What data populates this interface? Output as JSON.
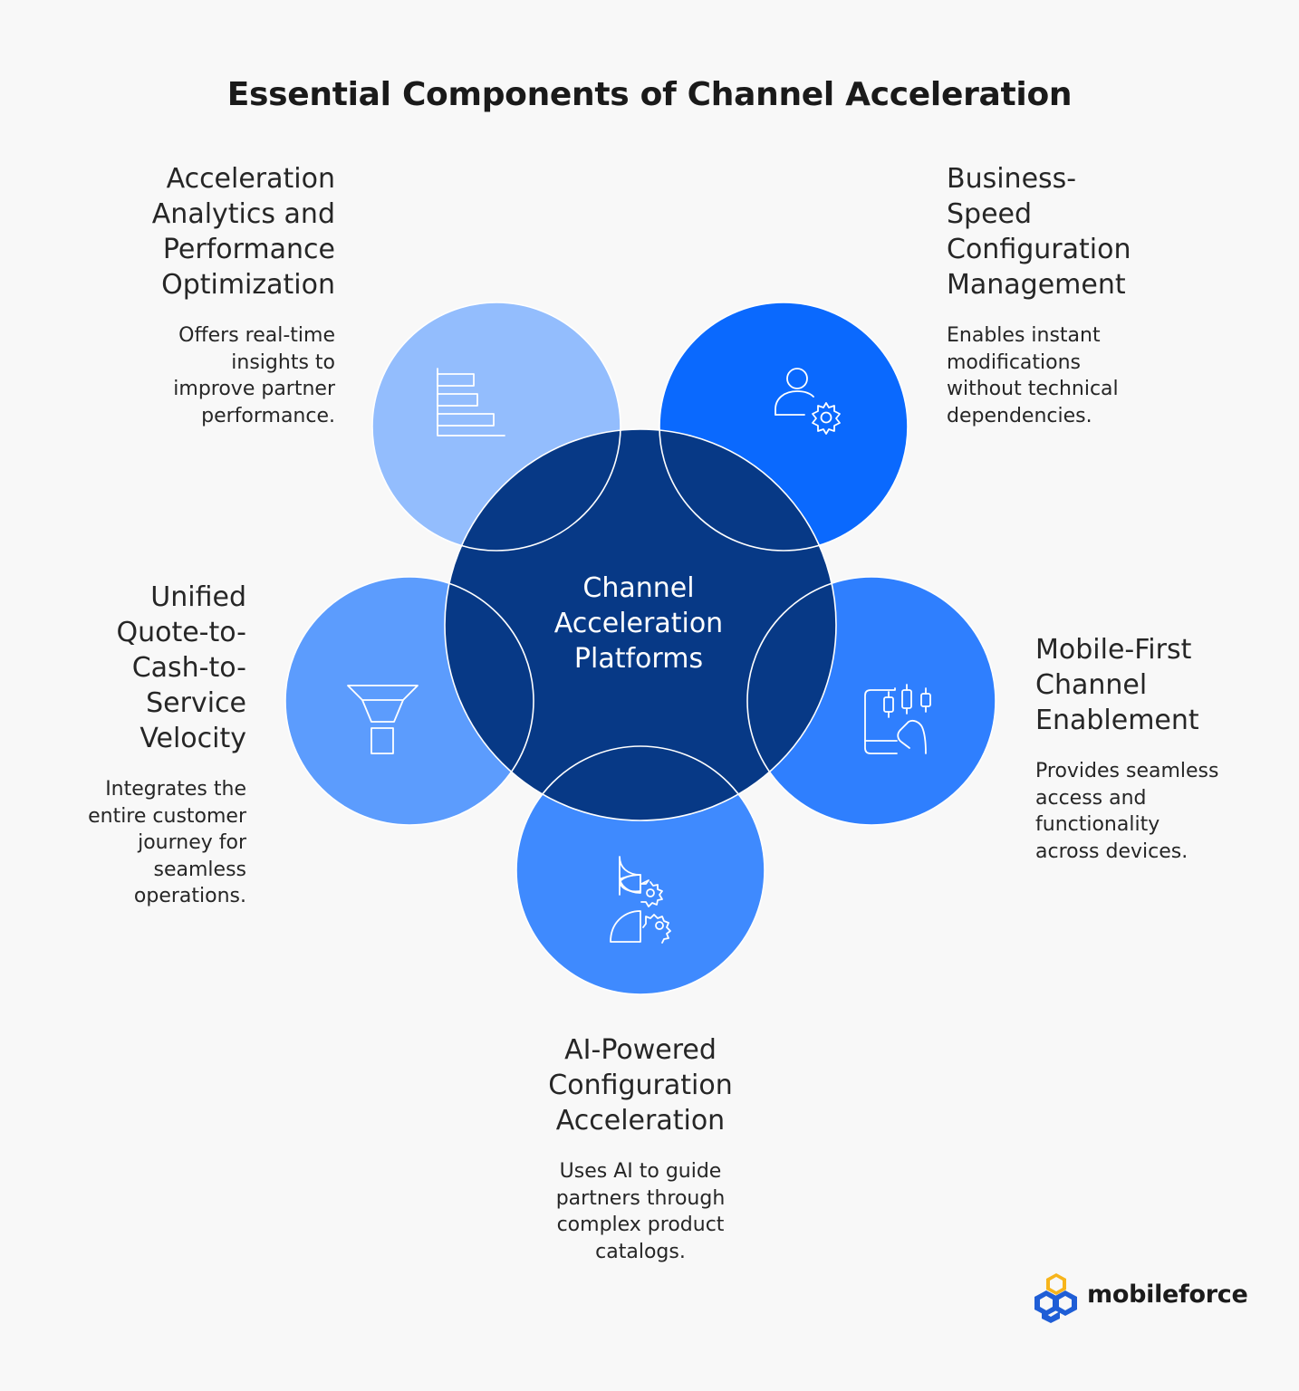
{
  "title": "Essential Components of Channel Acceleration",
  "hub": {
    "label": "Channel\nAcceleration\nPlatforms"
  },
  "components": [
    {
      "id": "analytics",
      "heading": "Acceleration\nAnalytics and\nPerformance\nOptimization",
      "description": "Offers real-time\ninsights to\nimprove partner\nperformance.",
      "icon": "bar-chart-icon",
      "color": "#93BDFD"
    },
    {
      "id": "business-speed",
      "heading": "Business-\nSpeed\nConfiguration\nManagement",
      "description": "Enables instant\nmodifications\nwithout technical\ndependencies.",
      "icon": "user-settings-icon",
      "color": "#0A69FE"
    },
    {
      "id": "mobile-first",
      "heading": "Mobile-First\nChannel\nEnablement",
      "description": "Provides seamless\naccess and\nfunctionality\nacross devices.",
      "icon": "mobile-touch-icon",
      "color": "#2F7FFE"
    },
    {
      "id": "ai-powered",
      "heading": "AI-Powered\nConfiguration\nAcceleration",
      "description": "Uses AI to guide\npartners through\ncomplex product\ncatalogs.",
      "icon": "ai-head-gears-icon",
      "color": "#3F8AFE"
    },
    {
      "id": "unified-q2c",
      "heading": "Unified\nQuote-to-\nCash-to-\nService\nVelocity",
      "description": "Integrates the\nentire customer\njourney for\nseamless\noperations.",
      "icon": "funnel-icon",
      "color": "#5C9CFD"
    }
  ],
  "colors": {
    "hub": "#073986",
    "background": "#F8F8F8",
    "outline": "#FFFFFF"
  },
  "logo": {
    "text": "mobileforce",
    "colors": [
      "#F7B51C",
      "#1F5ED6"
    ]
  }
}
